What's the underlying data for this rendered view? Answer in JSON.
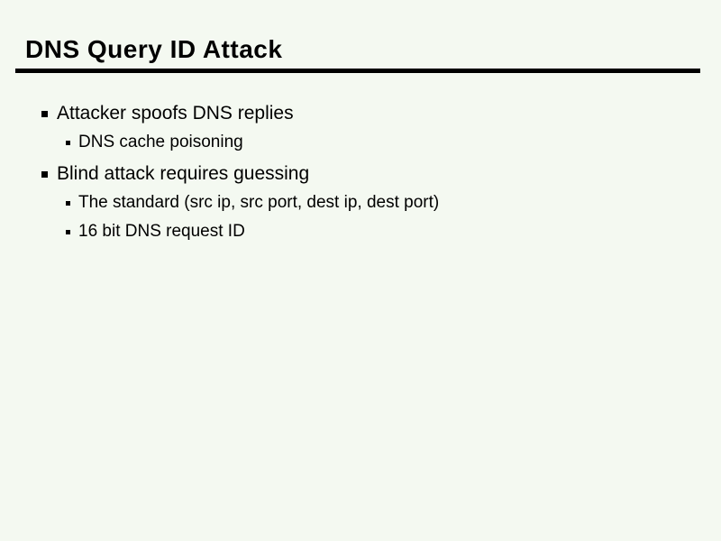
{
  "slide": {
    "title": "DNS Query ID Attack",
    "bullets": [
      {
        "level": 1,
        "text": "Attacker spoofs DNS replies"
      },
      {
        "level": 2,
        "text": "DNS cache poisoning"
      },
      {
        "level": 1,
        "text": "Blind attack requires guessing"
      },
      {
        "level": 2,
        "text": "The standard (src ip, src port, dest ip, dest port)"
      },
      {
        "level": 2,
        "text": "16 bit DNS request ID"
      }
    ],
    "colors": {
      "background": "#f4f9f1",
      "text": "#000000",
      "title_rule": "#000000",
      "bullet_marker": "#000000"
    }
  }
}
